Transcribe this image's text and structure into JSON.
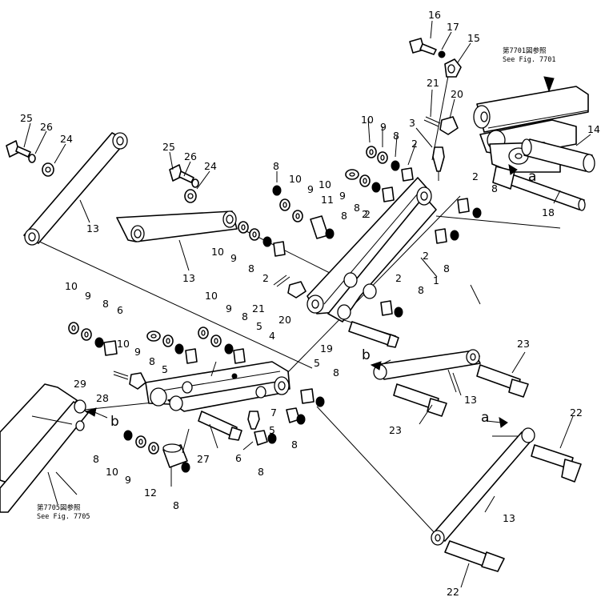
{
  "references": {
    "top_jp": "第7701図参照",
    "top_en": "See Fig. 7701",
    "bottom_jp": "第7705図参照",
    "bottom_en": "See Fig. 7705"
  },
  "callouts": {
    "c16": "16",
    "c17": "17",
    "c15": "15",
    "c21a": "21",
    "c20a": "20",
    "c3a": "3",
    "c14": "14",
    "c2a": "2",
    "c10a": "10",
    "c9a": "9",
    "c8a": "8",
    "c2b": "2",
    "c8b": "8",
    "c10b": "10",
    "c9b": "9",
    "c11": "11",
    "c10c": "10",
    "c9c": "9",
    "c8c": "8",
    "c8d": "8",
    "c2c": "2",
    "c2d": "2",
    "c8e": "8",
    "c18": "18",
    "c25a": "25",
    "c26a": "26",
    "c24a": "24",
    "c13a": "13",
    "c25b": "25",
    "c26b": "26",
    "c24b": "24",
    "c13b": "13",
    "c10d": "10",
    "c9d": "9",
    "c8f": "8",
    "c2e": "2",
    "c2f": "2",
    "c8g": "8",
    "c1": "1",
    "c2g": "2",
    "c8h": "8",
    "c21b": "21",
    "c20b": "20",
    "c10e": "10",
    "c9e": "9",
    "c8i": "8",
    "c6a": "6",
    "c10f": "10",
    "c9f": "9",
    "c8j": "8",
    "c5a": "5",
    "c4": "4",
    "c10g": "10",
    "c9g": "9",
    "c8k": "8",
    "c5b": "5",
    "c19": "19",
    "c23a": "23",
    "c5c": "5",
    "c8l": "8",
    "c29": "29",
    "c28": "28",
    "c7": "7",
    "c5d": "5",
    "c13c": "13",
    "c23b": "23",
    "c8m": "8",
    "c10h": "10",
    "c9h": "9",
    "c27": "27",
    "c6b": "6",
    "c8n": "8",
    "c8o": "8",
    "c12": "12",
    "c8p": "8",
    "c22a": "22",
    "c13d": "13",
    "c22b": "22"
  },
  "letters": {
    "a1": "a",
    "a2": "a",
    "b1": "b",
    "b2": "b"
  }
}
